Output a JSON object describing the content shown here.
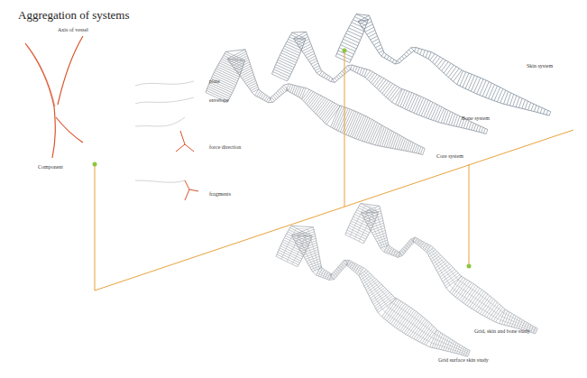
{
  "diagram": {
    "title": "Aggregation of systems",
    "labels": [
      "Axis of vessel",
      "plate",
      "envelope",
      "force direction",
      "fragments",
      "Component",
      "Skin system",
      "Bone system",
      "Core system",
      "Grid, skin and bone study",
      "Grid surface skin study"
    ]
  }
}
